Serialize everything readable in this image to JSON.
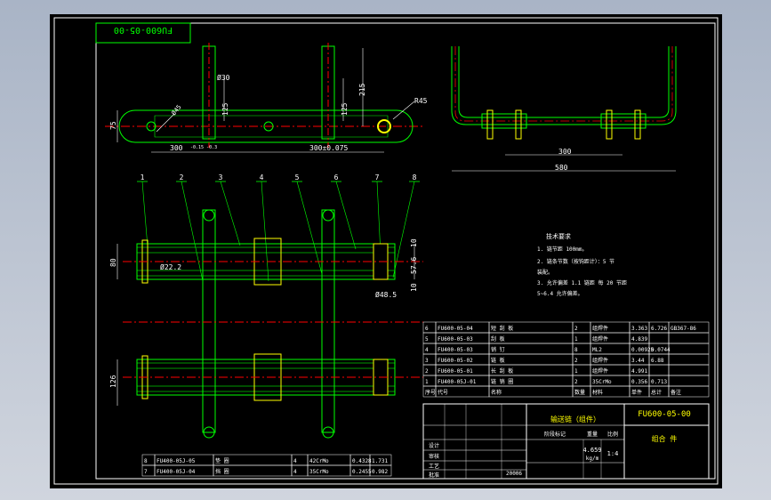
{
  "drawing": {
    "code_stamp": "FU600-05-00",
    "colors": {
      "background": "#000000",
      "frame": "#ffffff",
      "part": "#00ff00",
      "dimension": "#ffffff",
      "centerline": "#ff0000",
      "leader": "#00ff00"
    },
    "top_view": {
      "dims": {
        "d30": "Ø30",
        "h215": "215",
        "h125a": "125",
        "h125b": "125",
        "r45": "R45",
        "d75": "75",
        "d45": "Ø45",
        "l300a": "300",
        "l300a_tol": "-0.15 -0.3",
        "l300b": "300±0.075"
      }
    },
    "side_view": {
      "dims": {
        "l300": "300",
        "l580": "580"
      }
    },
    "section_view": {
      "balloons": [
        "1",
        "2",
        "3",
        "4",
        "5",
        "6",
        "7",
        "8"
      ],
      "dims": {
        "d80": "80",
        "d22": "Ø22.2",
        "d57": "57.6",
        "t10a": "10",
        "t10b": "10",
        "d48": "Ø48.5",
        "d126": "126"
      }
    },
    "notes": {
      "title": "技术要求",
      "lines": [
        "1. 链节距 100mm。",
        "2. 链条节数（按钩距计）：5 节",
        "装配。",
        "3. 允许偏差 1.1 链距 每 20 节距",
        "5~6.4 允许偏差。"
      ]
    },
    "bom": {
      "rows": [
        {
          "no": "6",
          "code": "FU600-05-04",
          "name": "短 刮 板",
          "qty": "2",
          "material": "组焊件",
          "unit": "3.363",
          "total": "6.726",
          "note": "GB367-86"
        },
        {
          "no": "5",
          "code": "FU600-05-03",
          "name": "刮 板",
          "qty": "1",
          "material": "组焊件",
          "unit": "4.839",
          "total": "",
          "note": ""
        },
        {
          "no": "4",
          "code": "FU400-05-03",
          "name": "销 钉",
          "qty": "8",
          "material": "ML2",
          "unit": "0.00925",
          "total": "0.0744",
          "note": ""
        },
        {
          "no": "3",
          "code": "FU600-05-02",
          "name": "链 板",
          "qty": "2",
          "material": "组焊件",
          "unit": "3.44",
          "total": "6.88",
          "note": ""
        },
        {
          "no": "2",
          "code": "FU600-05-01",
          "name": "长 刮 板",
          "qty": "1",
          "material": "组焊件",
          "unit": "4.991",
          "total": "",
          "note": ""
        },
        {
          "no": "1",
          "code": "FU400-05J-01",
          "name": "链 销 圈",
          "qty": "2",
          "material": "35CrMo",
          "unit": "0.356",
          "total": "0.713",
          "note": ""
        }
      ],
      "header": {
        "no": "序号",
        "code": "代号",
        "name": "名称",
        "qty": "数量",
        "material": "材料",
        "unit": "单件",
        "total": "总计",
        "note": "备注"
      }
    },
    "bom_lower": {
      "rows": [
        {
          "no": "8",
          "code": "FU400-05J-05",
          "name": "垫 圈",
          "qty": "4",
          "material": "42CrMo",
          "unit": "0.4328",
          "total": "1.731"
        },
        {
          "no": "7",
          "code": "FU400-05J-04",
          "name": "挡 圈",
          "qty": "4",
          "material": "35CrMo",
          "unit": "0.2455",
          "total": "0.982"
        }
      ]
    },
    "title_block": {
      "drawing_no": "FU600-05-00",
      "title": "输送链（组件）",
      "mass": "4.659",
      "mass_unit": "kg/m",
      "scale": "1:4",
      "company": "组合 件",
      "date": "20006",
      "labels": {
        "design": "设计",
        "check": "审核",
        "process": "工艺",
        "approve": "批准",
        "stage": "阶段标记",
        "weight": "重量",
        "ratio": "比例"
      }
    }
  }
}
